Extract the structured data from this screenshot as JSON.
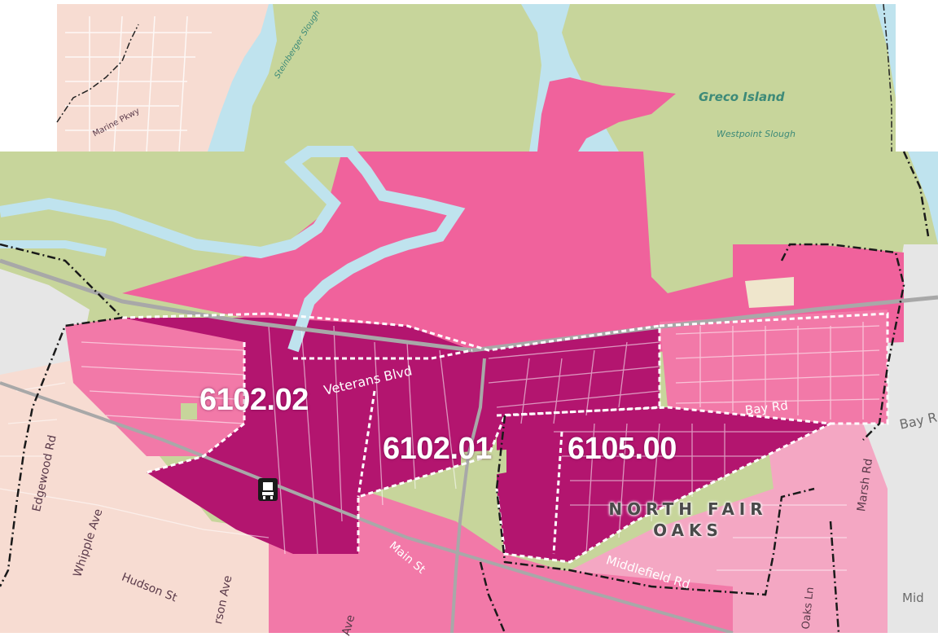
{
  "tracts": [
    {
      "id": "6102.02"
    },
    {
      "id": "6102.01"
    },
    {
      "id": "6105.00"
    }
  ],
  "place_label": {
    "line1": "NORTH FAIR",
    "line2": "OAKS"
  },
  "water_labels": {
    "greco": "Greco Island",
    "westpoint": "Westpoint Slough",
    "steinberger": "Steinberger Slough"
  },
  "street_labels": {
    "marine_pkwy": "Marine Pkwy",
    "veterans": "Veterans Blvd",
    "bay_rd": "Bay Rd",
    "bay_rd_right": "Bay R",
    "edgewood": "Edgewood Rd",
    "whipple": "Whipple Ave",
    "hudson": "Hudson St",
    "jefferson": "rson Ave",
    "ave_small": "Ave",
    "main": "Main St",
    "middlefield": "Middlefield Rd",
    "marsh": "Marsh Rd",
    "oaks_ln": "Oaks Ln",
    "mid_right": "Mid"
  },
  "colors": {
    "water": "#bfe3ee",
    "marsh": "#c7d59b",
    "urban": "#f7dcd2",
    "pink_light": "#f4a7c3",
    "pink_mid": "#f279a8",
    "pink_dark": "#f0629c",
    "magenta": "#b3156f",
    "gray_area": "#e6e6e6"
  }
}
